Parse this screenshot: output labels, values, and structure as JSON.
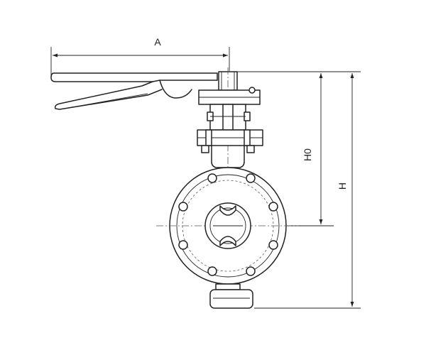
{
  "dimensions": {
    "a_label": "A",
    "h0_label": "H0",
    "h_label": "H"
  },
  "colors": {
    "line": "#222222",
    "background": "#ffffff"
  }
}
